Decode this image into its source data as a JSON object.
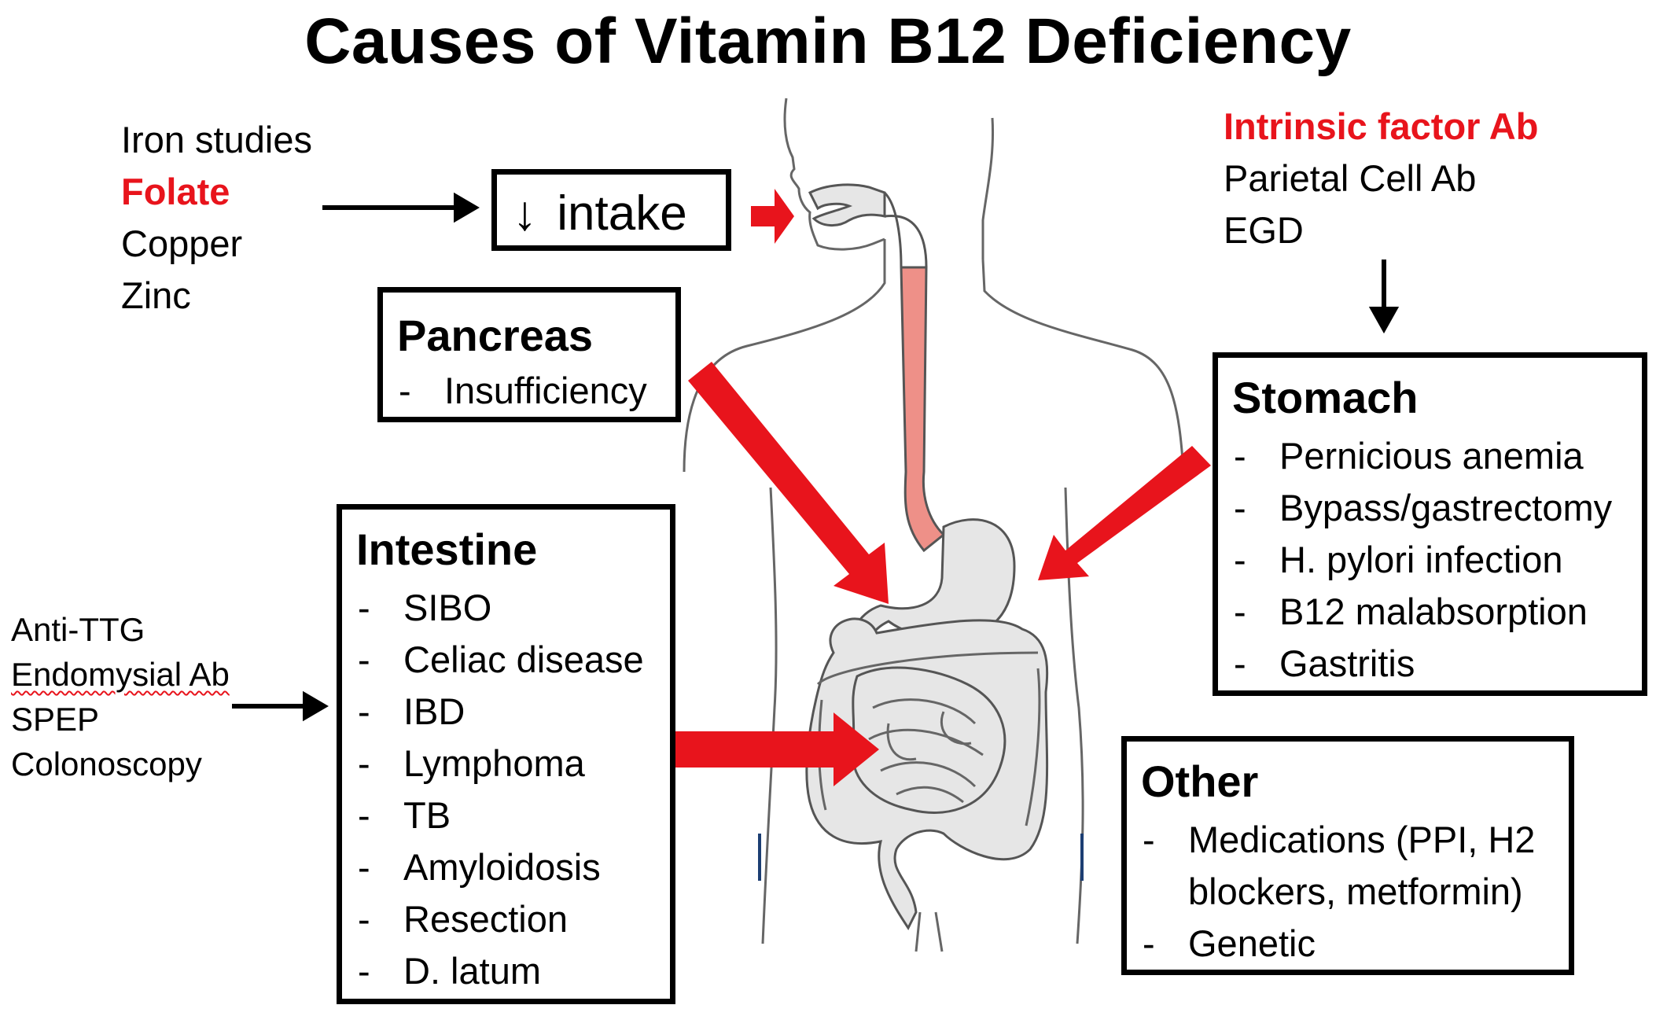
{
  "title": "Causes of Vitamin B12 Deficiency",
  "colors": {
    "arrow_red": "#e8141c",
    "organ_fill": "#e6e6e6",
    "esophagus": "#ee9088",
    "outline": "#555555"
  },
  "intake_tests": [
    {
      "label": "Iron studies",
      "highlight": false
    },
    {
      "label": "Folate",
      "highlight": true
    },
    {
      "label": "Copper",
      "highlight": false
    },
    {
      "label": "Zinc",
      "highlight": false
    }
  ],
  "intake_box": {
    "arrow_glyph": "↓",
    "label": "intake"
  },
  "pancreas": {
    "heading": "Pancreas",
    "items": [
      "Insufficiency"
    ]
  },
  "stomach_tests": [
    {
      "label": "Intrinsic factor Ab",
      "highlight": true
    },
    {
      "label": "Parietal Cell Ab",
      "highlight": false
    },
    {
      "label": "EGD",
      "highlight": false
    }
  ],
  "stomach": {
    "heading": "Stomach",
    "items": [
      "Pernicious anemia",
      "Bypass/gastrectomy",
      "H. pylori infection",
      "B12 malabsorption",
      "Gastritis"
    ]
  },
  "intestine_tests": [
    "Anti-TTG",
    "Endomysial Ab",
    "SPEP",
    "Colonoscopy"
  ],
  "intestine": {
    "heading": "Intestine",
    "items": [
      "SIBO",
      "Celiac disease",
      "IBD",
      "Lymphoma",
      "TB",
      "Amyloidosis",
      "Resection",
      "D. latum"
    ]
  },
  "other": {
    "heading": "Other",
    "items": [
      "Medications (PPI, H2",
      "blockers, metformin)",
      "Genetic"
    ]
  },
  "dash": "-"
}
